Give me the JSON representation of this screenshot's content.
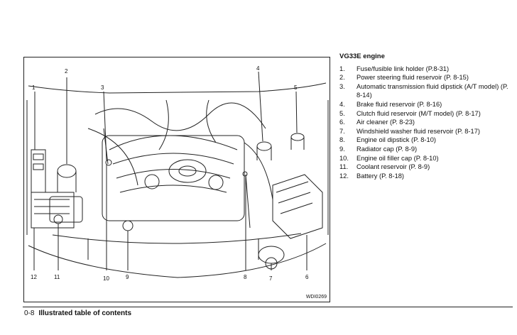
{
  "figure": {
    "code": "WDI0269",
    "callouts": {
      "c1": "1",
      "c2": "2",
      "c3": "3",
      "c4": "4",
      "c5": "5",
      "c6": "6",
      "c7": "7",
      "c8": "8",
      "c9": "9",
      "c10": "10",
      "c11": "11",
      "c12": "12"
    }
  },
  "legend": {
    "title": "VG33E engine",
    "items": [
      {
        "num": "1.",
        "text": "Fuse/fusible link holder (P.8-31)"
      },
      {
        "num": "2.",
        "text": "Power steering fluid reservoir (P. 8-15)"
      },
      {
        "num": "3.",
        "text": "Automatic transmission fluid dipstick (A/T model) (P. 8-14)"
      },
      {
        "num": "4.",
        "text": "Brake fluid reservoir (P. 8-16)"
      },
      {
        "num": "5.",
        "text": "Clutch fluid reservoir (M/T model) (P. 8-17)"
      },
      {
        "num": "6.",
        "text": "Air cleaner (P. 8-23)"
      },
      {
        "num": "7.",
        "text": "Windshield washer fluid reservoir (P. 8-17)"
      },
      {
        "num": "8.",
        "text": "Engine oil dipstick (P. 8-10)"
      },
      {
        "num": "9.",
        "text": "Radiator cap (P. 8-9)"
      },
      {
        "num": "10.",
        "text": "Engine oil filler cap (P. 8-10)"
      },
      {
        "num": "11.",
        "text": "Coolant reservoir (P. 8-9)"
      },
      {
        "num": "12.",
        "text": "Battery (P. 8-18)"
      }
    ]
  },
  "footer": {
    "page": "0-8",
    "section": "Illustrated table of contents"
  }
}
